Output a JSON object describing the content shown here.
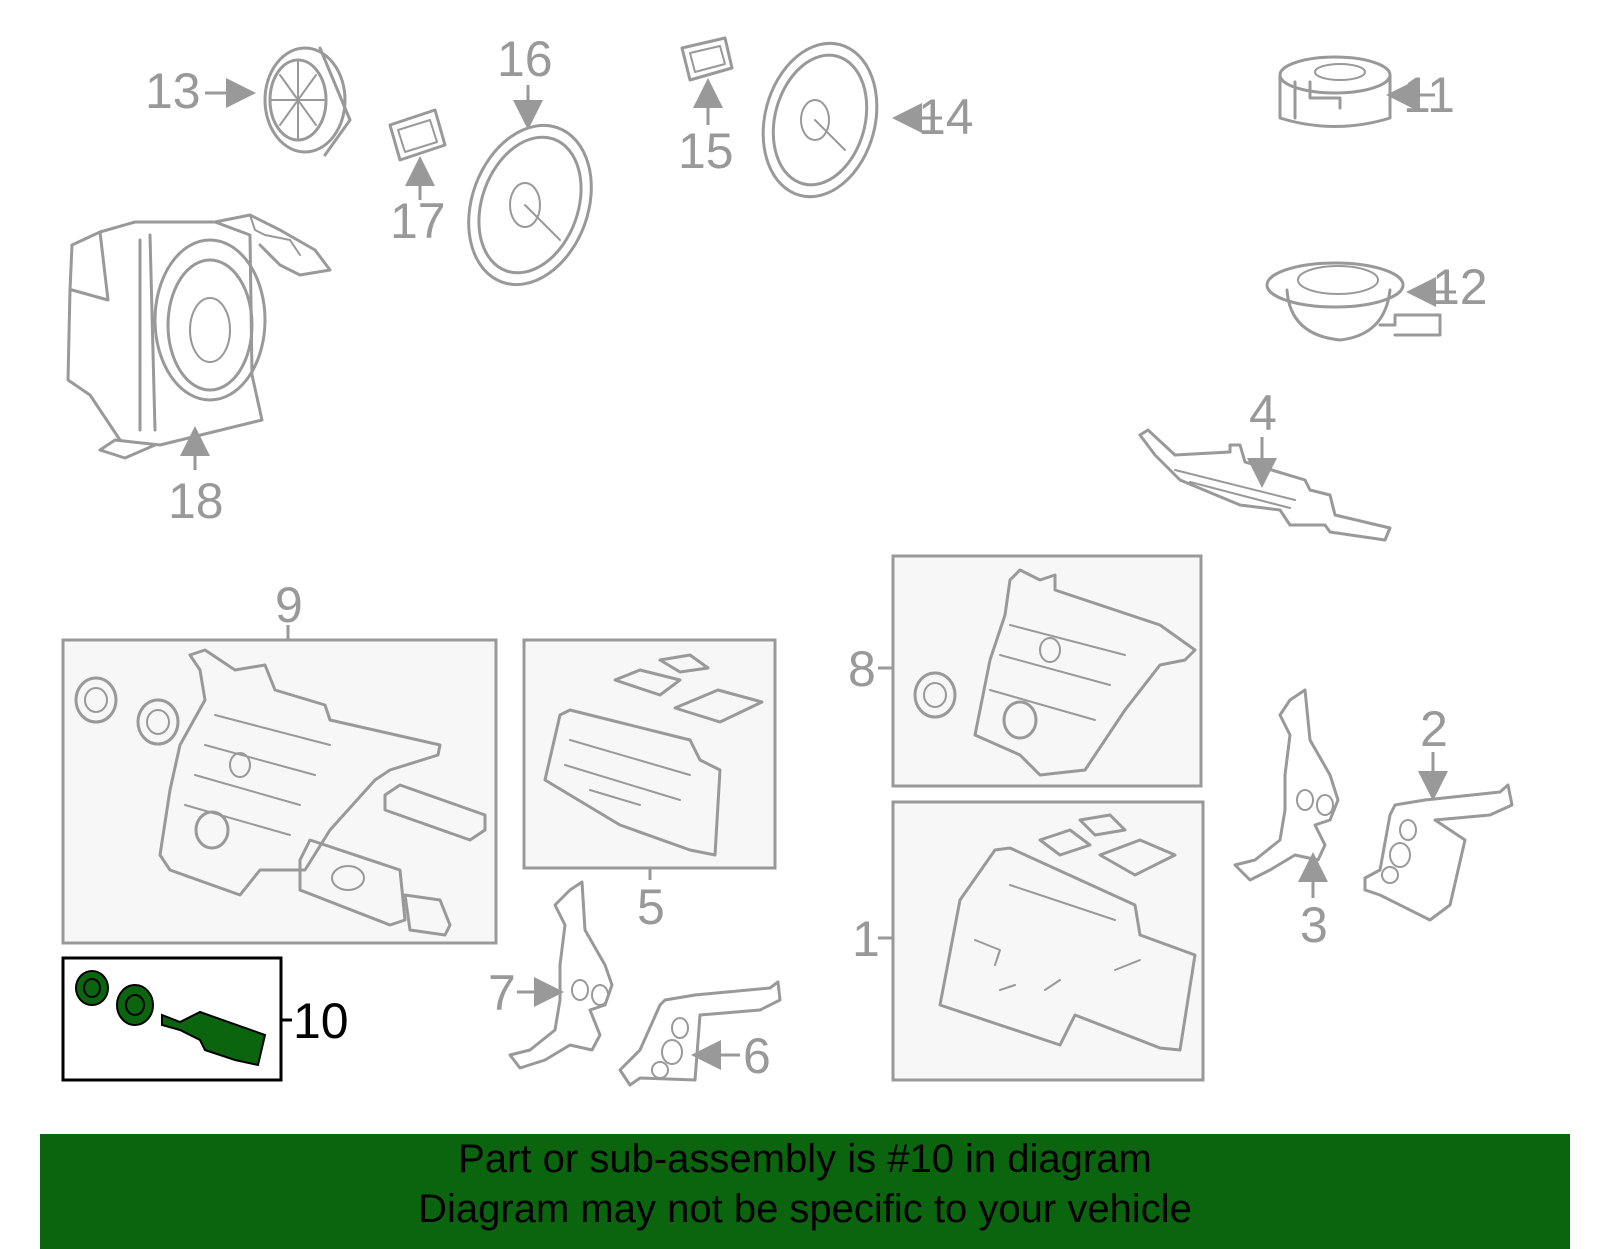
{
  "callouts": {
    "c1": "1",
    "c2": "2",
    "c3": "3",
    "c4": "4",
    "c5": "5",
    "c6": "6",
    "c7": "7",
    "c8": "8",
    "c9": "9",
    "c10": "10",
    "c11": "11",
    "c12": "12",
    "c13": "13",
    "c14": "14",
    "c15": "15",
    "c16": "16",
    "c17": "17",
    "c18": "18"
  },
  "banner": {
    "line1": "Part or sub-assembly is #10 in diagram",
    "line2": "Diagram may not be specific to your vehicle"
  },
  "colors": {
    "highlight": "#0b650f",
    "linework": "#999999",
    "active_label": "#000000"
  }
}
